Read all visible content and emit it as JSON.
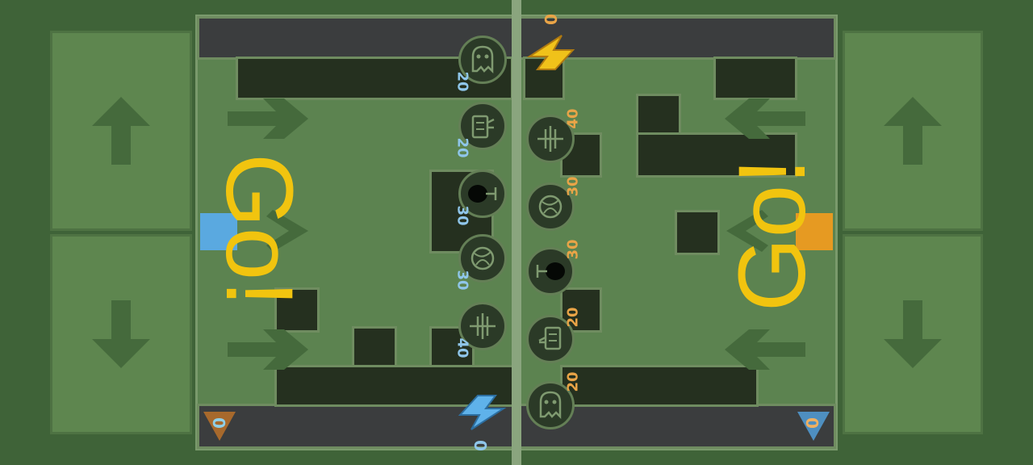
{
  "left_player": {
    "energy": "0",
    "score": "0",
    "go_text": "Go!",
    "color": "#5aa9e0",
    "units": [
      {
        "name": "ghost",
        "cost": "20"
      },
      {
        "name": "bottle",
        "cost": "20"
      },
      {
        "name": "pin",
        "cost": "30"
      },
      {
        "name": "ball",
        "cost": "30"
      },
      {
        "name": "cross",
        "cost": "40"
      }
    ]
  },
  "right_player": {
    "energy": "0",
    "score": "0",
    "go_text": "Go!",
    "color": "#e69a22",
    "units": [
      {
        "name": "cross",
        "cost": "40"
      },
      {
        "name": "ball",
        "cost": "30"
      },
      {
        "name": "pin",
        "cost": "30"
      },
      {
        "name": "bottle",
        "cost": "20"
      },
      {
        "name": "ghost",
        "cost": "20"
      }
    ]
  },
  "icons": {
    "pad_up": "arrow-up-icon",
    "pad_down": "arrow-down-icon",
    "energy": "lightning-icon",
    "score": "shield-icon"
  },
  "colors": {
    "go": "#f1c40f",
    "blue_cost": "#8fc6ea",
    "orange_cost": "#e9a447",
    "board": "#5c8350",
    "wall": "#25301f"
  }
}
